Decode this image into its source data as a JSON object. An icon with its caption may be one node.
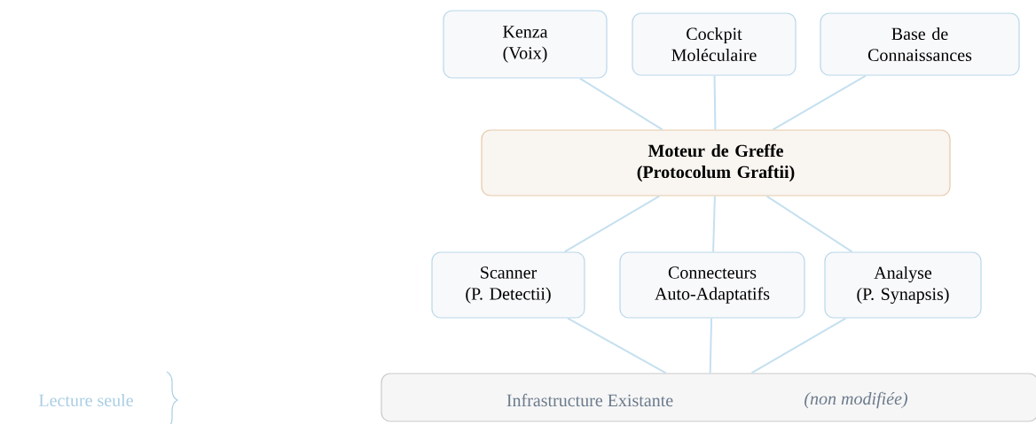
{
  "diagram": {
    "nodes": [
      {
        "text": [
          "Kenza (Voix)"
        ]
      },
      {
        "text": [
          "Cockpit Moléculaire"
        ]
      },
      {
        "text": [
          "Base de Connaissances"
        ]
      },
      {
        "text": [
          "Moteur de Greffe (Protocolum Graftii)"
        ]
      },
      {
        "text": [
          "Scanner (P. Detectii)"
        ]
      },
      {
        "text": [
          "Connecteurs Auto-Adaptatifs"
        ]
      },
      {
        "text": [
          "Analyse (P. Synapsis)"
        ]
      },
      {
        "text": [
          "Infrastructure Existante",
          "(non modifiée)"
        ]
      }
    ],
    "edges": [
      {
        "from": 0,
        "to": 3,
        "arrow": "none"
      },
      {
        "from": 1,
        "to": 3,
        "arrow": "none"
      },
      {
        "from": 2,
        "to": 3,
        "arrow": "none"
      },
      {
        "from": 3,
        "to": 4,
        "arrow": "none"
      },
      {
        "from": 3,
        "to": 5,
        "arrow": "none"
      },
      {
        "from": 3,
        "to": 6,
        "arrow": "none"
      },
      {
        "from": 4,
        "to": 7,
        "arrow": "none"
      },
      {
        "from": 5,
        "to": 7,
        "arrow": "none"
      },
      {
        "from": 6,
        "to": 7,
        "arrow": "none"
      }
    ],
    "labels": [
      "Lecture seule"
    ]
  }
}
